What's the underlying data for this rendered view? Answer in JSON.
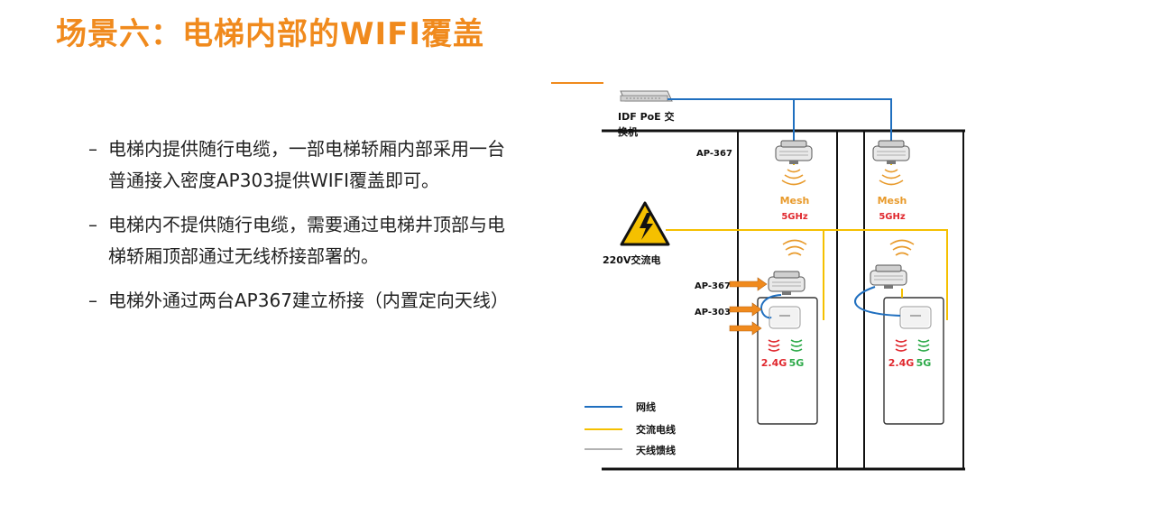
{
  "slide": {
    "title": "场景六：电梯内部的WIFI覆盖",
    "bullets": [
      "电梯内提供随行电缆，一部电梯轿厢内部采用一台普通接入密度AP303提供WIFI覆盖即可。",
      "电梯内不提供随行电缆，需要通过电梯井顶部与电梯轿厢顶部通过无线桥接部署的。",
      "电梯外通过两台AP367建立桥接（内置定向天线）"
    ],
    "bullet_marker": "–"
  },
  "diagram": {
    "switch_label_line1": "IDF PoE 交",
    "switch_label_line2": "换机",
    "power_label": "220V交流电",
    "ap_top_label": "AP-367",
    "ap_mid_label": "AP-367",
    "ap303_label": "AP-303",
    "mesh_label": "Mesh",
    "mesh_band": "5GHz",
    "band_24": "2.4G",
    "band_5": "5G",
    "legend": [
      {
        "label": "网线",
        "color": "#1f6fbf"
      },
      {
        "label": "交流电线",
        "color": "#f5c000"
      },
      {
        "label": "天线馈线",
        "color": "#999999"
      }
    ],
    "colors": {
      "accent": "#f08a1d",
      "network": "#1f6fbf",
      "power": "#f5c000",
      "mesh": "#e89a2b",
      "band24": "#e0282e",
      "band5": "#2eaa4a"
    }
  }
}
